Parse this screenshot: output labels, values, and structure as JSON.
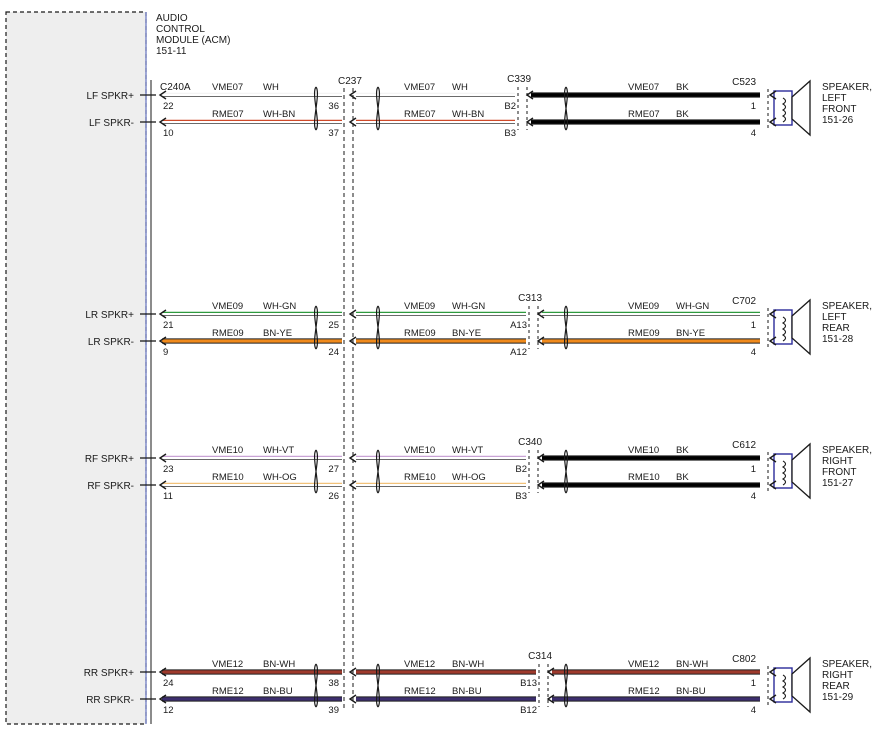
{
  "module": {
    "lines": [
      "AUDIO",
      "CONTROL",
      "MODULE (ACM)",
      "151-11"
    ],
    "connector": "C240A"
  },
  "inline_connectors": {
    "first": [
      "C237",
      "",
      "",
      ""
    ],
    "second": [
      "C339",
      "C313",
      "C340",
      "C314"
    ]
  },
  "circuits": [
    {
      "id": "lf",
      "speaker": [
        "SPEAKER,",
        "LEFT",
        "FRONT",
        "151-26"
      ],
      "speaker_connector": "C523",
      "wires": [
        {
          "label": "LF SPKR+",
          "acm_pin": "22",
          "c1_pin": "36",
          "c2_pin": "B2",
          "spk_pin": "1",
          "seg1": {
            "circuit": "VME07",
            "color": "WH"
          },
          "seg2": {
            "circuit": "VME07",
            "color": "WH"
          },
          "seg3": {
            "circuit": "VME07",
            "color": "BK"
          },
          "colors": [
            "#f4f4f4",
            "#f4f4f4",
            "#000000"
          ]
        },
        {
          "label": "LF SPKR-",
          "acm_pin": "10",
          "c1_pin": "37",
          "c2_pin": "B3",
          "spk_pin": "4",
          "seg1": {
            "circuit": "RME07",
            "color": "WH-BN"
          },
          "seg2": {
            "circuit": "RME07",
            "color": "WH-BN"
          },
          "seg3": {
            "circuit": "RME07",
            "color": "BK"
          },
          "colors": [
            "#cf4a2a",
            "#cf4a2a",
            "#000000"
          ]
        }
      ]
    },
    {
      "id": "lr",
      "speaker": [
        "SPEAKER,",
        "LEFT",
        "REAR",
        "151-28"
      ],
      "speaker_connector": "C702",
      "wires": [
        {
          "label": "LR SPKR+",
          "acm_pin": "21",
          "c1_pin": "25",
          "c2_pin": "A13",
          "spk_pin": "1",
          "seg1": {
            "circuit": "VME09",
            "color": "WH-GN"
          },
          "seg2": {
            "circuit": "VME09",
            "color": "WH-GN"
          },
          "seg3": {
            "circuit": "VME09",
            "color": "WH-GN"
          },
          "colors": [
            "#2e9a3e",
            "#2e9a3e",
            "#2e9a3e"
          ]
        },
        {
          "label": "LR SPKR-",
          "acm_pin": "9",
          "c1_pin": "24",
          "c2_pin": "A12",
          "spk_pin": "4",
          "seg1": {
            "circuit": "RME09",
            "color": "BN-YE"
          },
          "seg2": {
            "circuit": "RME09",
            "color": "BN-YE"
          },
          "seg3": {
            "circuit": "RME09",
            "color": "BN-YE"
          },
          "colors": [
            "#f08a1c",
            "#f08a1c",
            "#f08a1c"
          ]
        }
      ]
    },
    {
      "id": "rf",
      "speaker": [
        "SPEAKER,",
        "RIGHT",
        "FRONT",
        "151-27"
      ],
      "speaker_connector": "C612",
      "wires": [
        {
          "label": "RF SPKR+",
          "acm_pin": "23",
          "c1_pin": "27",
          "c2_pin": "B2",
          "spk_pin": "1",
          "seg1": {
            "circuit": "VME10",
            "color": "WH-VT"
          },
          "seg2": {
            "circuit": "VME10",
            "color": "WH-VT"
          },
          "seg3": {
            "circuit": "VME10",
            "color": "BK"
          },
          "colors": [
            "#c9a3d6",
            "#c9a3d6",
            "#000000"
          ]
        },
        {
          "label": "RF SPKR-",
          "acm_pin": "11",
          "c1_pin": "26",
          "c2_pin": "B3",
          "spk_pin": "4",
          "seg1": {
            "circuit": "RME10",
            "color": "WH-OG"
          },
          "seg2": {
            "circuit": "RME10",
            "color": "WH-OG"
          },
          "seg3": {
            "circuit": "RME10",
            "color": "BK"
          },
          "colors": [
            "#f2c27a",
            "#f2c27a",
            "#000000"
          ]
        }
      ]
    },
    {
      "id": "rr",
      "speaker": [
        "SPEAKER,",
        "RIGHT",
        "REAR",
        "151-29"
      ],
      "speaker_connector": "C802",
      "wires": [
        {
          "label": "RR SPKR+",
          "acm_pin": "24",
          "c1_pin": "38",
          "c2_pin": "B13",
          "spk_pin": "1",
          "seg1": {
            "circuit": "VME12",
            "color": "BN-WH"
          },
          "seg2": {
            "circuit": "VME12",
            "color": "BN-WH"
          },
          "seg3": {
            "circuit": "VME12",
            "color": "BN-WH"
          },
          "colors": [
            "#9e3a2c",
            "#9e3a2c",
            "#9e3a2c"
          ]
        },
        {
          "label": "RR SPKR-",
          "acm_pin": "12",
          "c1_pin": "39",
          "c2_pin": "B12",
          "spk_pin": "4",
          "seg1": {
            "circuit": "RME12",
            "color": "BN-BU"
          },
          "seg2": {
            "circuit": "RME12",
            "color": "BN-BU"
          },
          "seg3": {
            "circuit": "RME12",
            "color": "BN-BU"
          },
          "colors": [
            "#3c2e6e",
            "#3c2e6e",
            "#3c2e6e"
          ]
        }
      ]
    }
  ],
  "style": {
    "line": "#1a1a1a",
    "module_fill": "#eeeeee",
    "module_edge": "#7a86c8",
    "speaker_edge": "#2b2b9a"
  }
}
